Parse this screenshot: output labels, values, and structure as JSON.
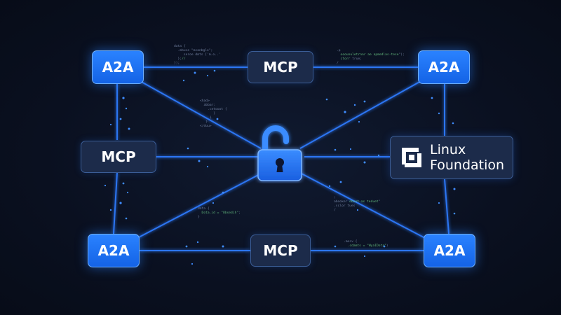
{
  "nodes": {
    "a2a_top_left": "A2A",
    "a2a_top_right": "A2A",
    "a2a_bottom_left": "A2A",
    "a2a_bottom_right": "A2A",
    "mcp_top": "MCP",
    "mcp_left": "MCP",
    "mcp_bottom": "MCP",
    "linux_foundation": {
      "line1": "Linux",
      "line2": "Foundation"
    }
  },
  "icons": {
    "center": "unlocked-padlock-icon",
    "linux_foundation_logo": "linux-foundation-logo-icon"
  },
  "colors": {
    "background": "#0b1120",
    "a2a_fill": "#1f73f5",
    "mcp_fill": "#1c2b4a",
    "wire": "#2f7bff",
    "lock": "#2a7dff"
  }
}
